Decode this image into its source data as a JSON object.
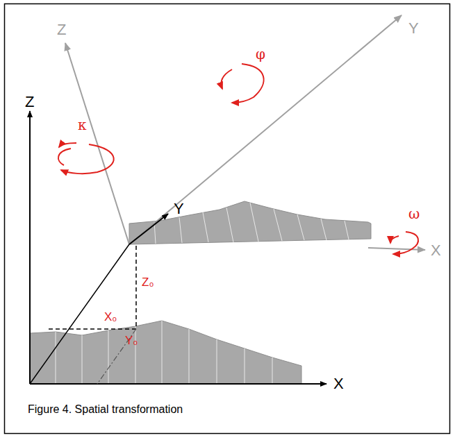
{
  "diagram": {
    "caption": "Figure 4. Spatial transformation",
    "labels": [
      "κ",
      "Z",
      "φ",
      "Y",
      "Y",
      "ω",
      "X",
      "X",
      "X₀",
      "Z₀",
      "Y₀",
      "Z"
    ]
  }
}
